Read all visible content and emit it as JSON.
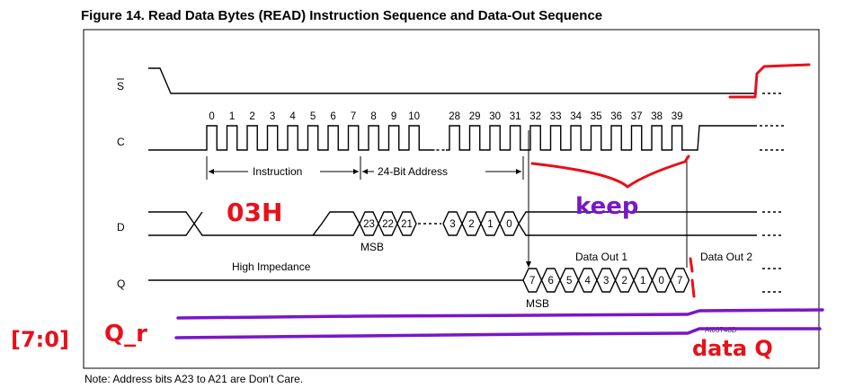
{
  "figure": {
    "title": "Figure 14. Read Data Bytes (READ) Instruction Sequence and Data-Out Sequence",
    "note": "Note:  Address bits A23 to A21 are Don't Care.",
    "watermark": "AI03748D"
  },
  "signals": {
    "s": "S",
    "c": "C",
    "d": "D",
    "q": "Q"
  },
  "clock_numbers_a": [
    "0",
    "1",
    "2",
    "3",
    "4",
    "5",
    "6",
    "7",
    "8",
    "9",
    "10"
  ],
  "clock_numbers_b": [
    "28",
    "29",
    "30",
    "31",
    "32",
    "33",
    "34",
    "35",
    "36",
    "37",
    "38",
    "39"
  ],
  "labels": {
    "instruction": "Instruction",
    "address": "24-Bit Address",
    "msb_d": "MSB",
    "msb_q": "MSB",
    "high_impedance": "High Impedance",
    "data_out_1": "Data Out 1",
    "data_out_2": "Data Out 2"
  },
  "d_bits": [
    "23",
    "22",
    "21",
    "3",
    "2",
    "1",
    "0"
  ],
  "q_bits": [
    "7",
    "6",
    "5",
    "4",
    "3",
    "2",
    "1",
    "0",
    "7"
  ],
  "annotations": {
    "red_opcode": "03H",
    "red_bus": "[7:0]",
    "red_signal": "Q_r",
    "red_data": "data Q",
    "purple_keep": "keep"
  },
  "colors": {
    "red": "#e8101a",
    "purple": "#7a16c8"
  }
}
